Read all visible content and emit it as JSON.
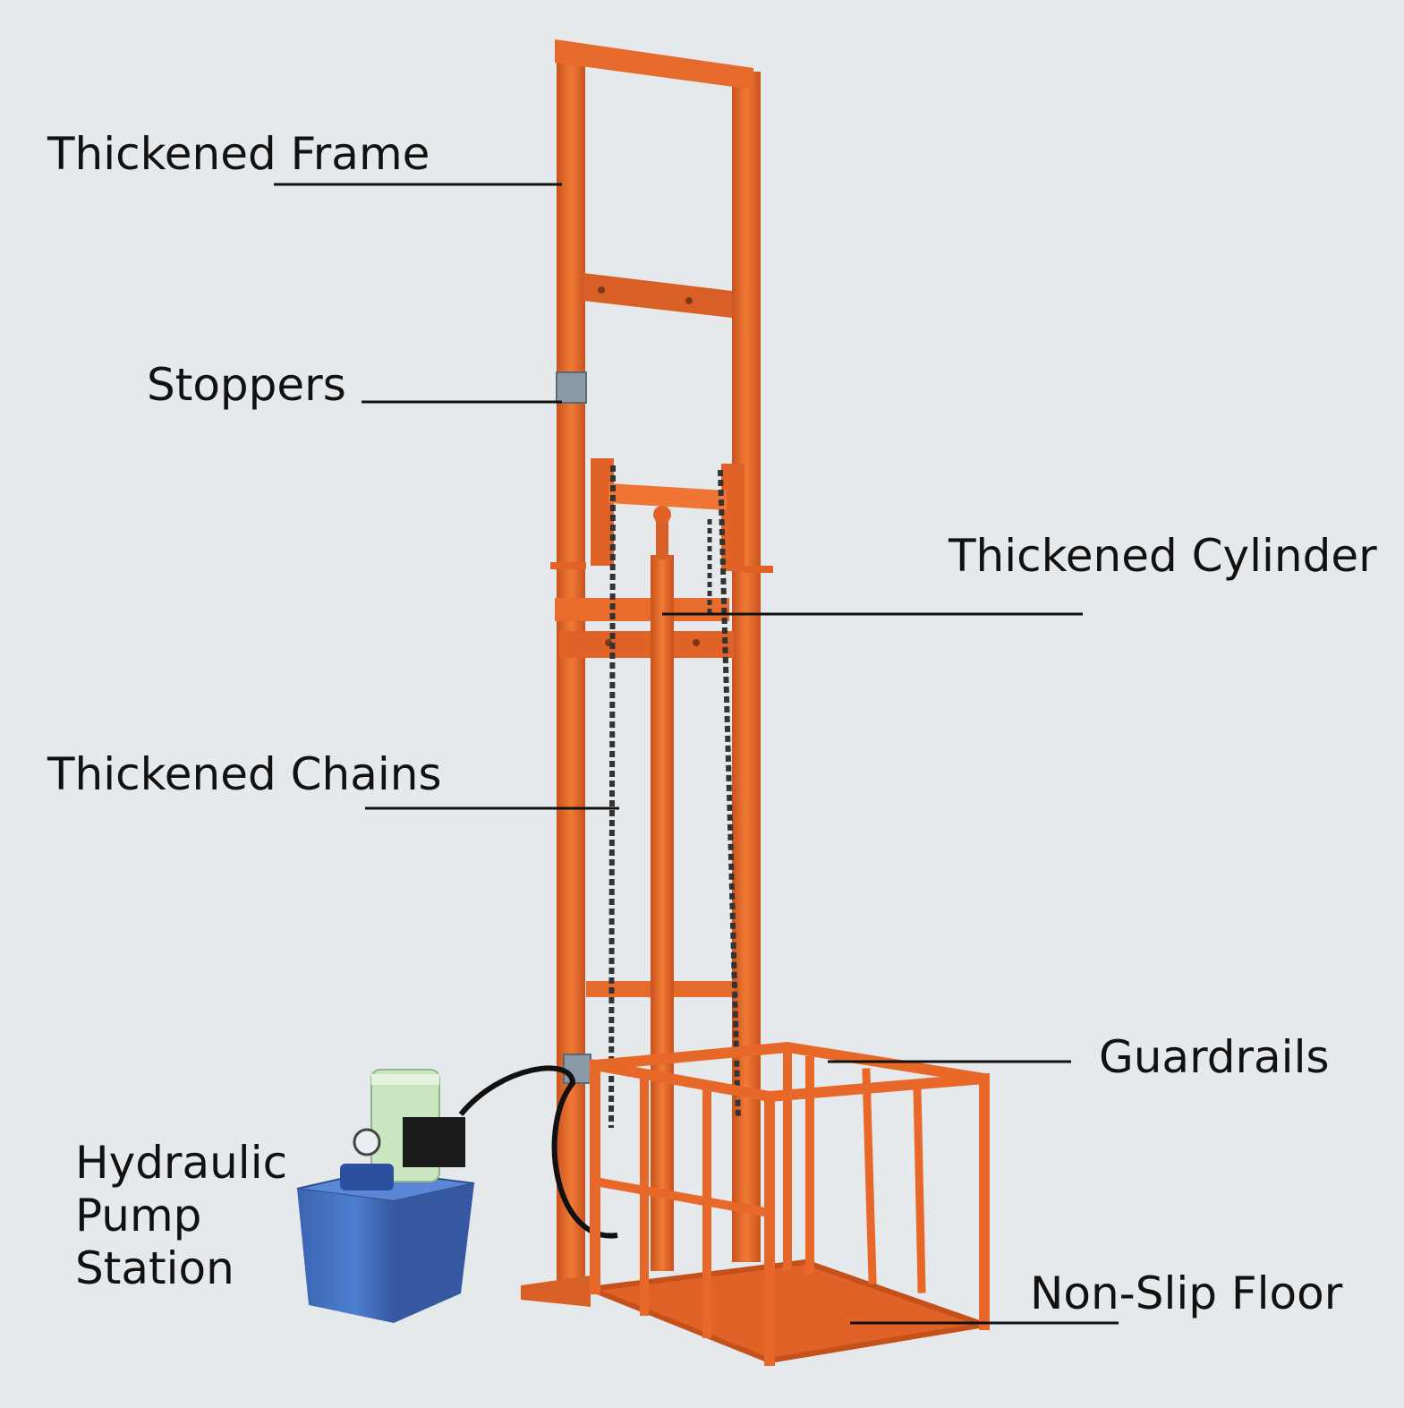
{
  "labels": {
    "frame": "Thickened Frame",
    "stoppers": "Stoppers",
    "cylinder": "Thickened Cylinder",
    "chains": "Thickened Chains",
    "guardrails": "Guardrails",
    "pump": [
      "Hydraulic",
      "Pump",
      "Station"
    ],
    "floor": "Non-Slip Floor"
  },
  "colors": {
    "background": "#e6e9ec",
    "frame_orange": "#e8682a",
    "frame_dark": "#c4501c",
    "pump_blue": "#4472c4",
    "motor_green": "#c9e6c0",
    "leader_line": "#111111"
  }
}
